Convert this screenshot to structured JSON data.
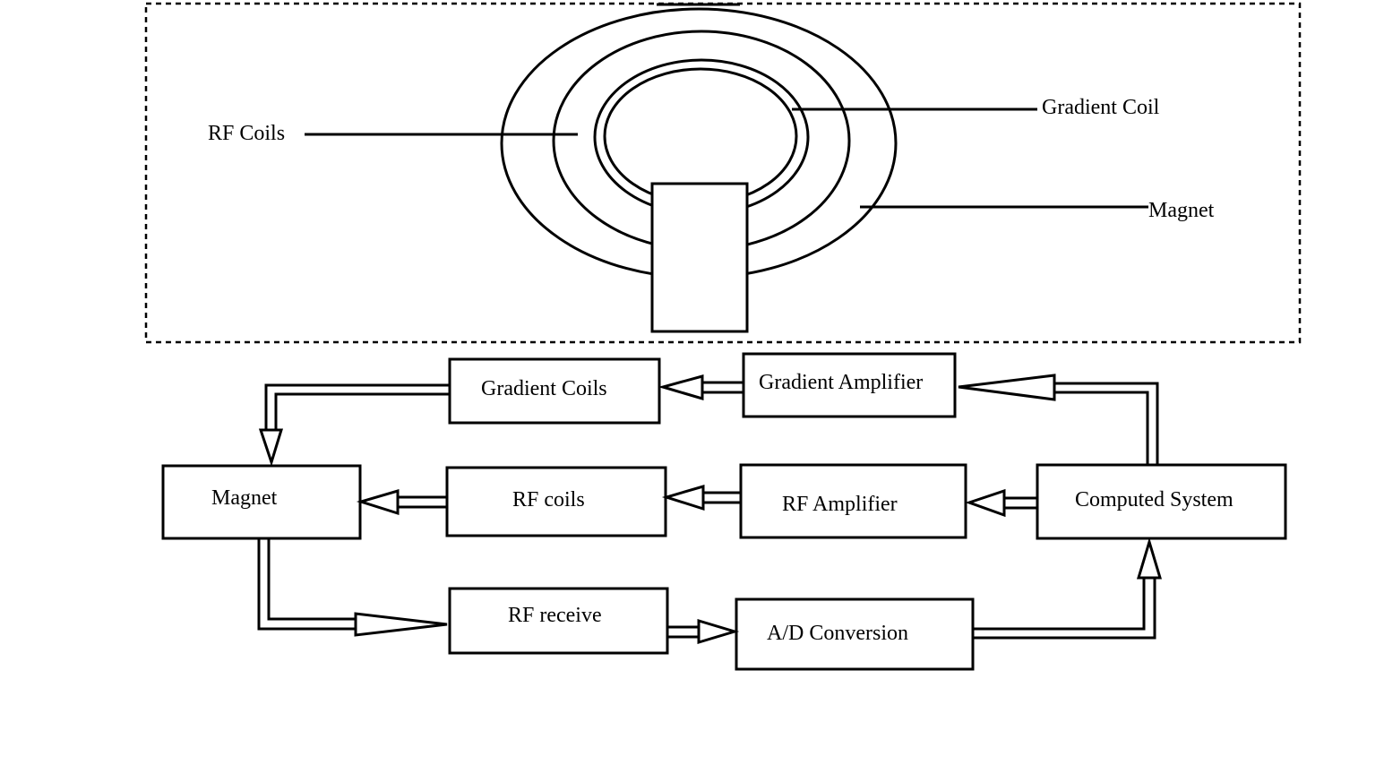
{
  "scanner": {
    "rf_coils_label": "RF Coils",
    "gradient_coil_label": "Gradient Coil",
    "magnet_label": "Magnet"
  },
  "blocks": {
    "gradient_coils": "Gradient Coils",
    "gradient_amplifier": "Gradient Amplifier",
    "magnet": "Magnet",
    "rf_coils": "RF coils",
    "rf_amplifier": "RF Amplifier",
    "computed_system": "Computed System",
    "rf_receive": "RF receive",
    "ad_conversion": "A/D Conversion"
  },
  "connections": [
    {
      "from": "computed_system",
      "to": "gradient_amplifier"
    },
    {
      "from": "gradient_amplifier",
      "to": "gradient_coils"
    },
    {
      "from": "gradient_coils",
      "to": "magnet"
    },
    {
      "from": "computed_system",
      "to": "rf_amplifier"
    },
    {
      "from": "rf_amplifier",
      "to": "rf_coils"
    },
    {
      "from": "rf_coils",
      "to": "magnet"
    },
    {
      "from": "magnet",
      "to": "rf_receive"
    },
    {
      "from": "rf_receive",
      "to": "ad_conversion"
    },
    {
      "from": "ad_conversion",
      "to": "computed_system"
    }
  ],
  "colors": {
    "stroke": "#000000",
    "background": "#ffffff"
  }
}
